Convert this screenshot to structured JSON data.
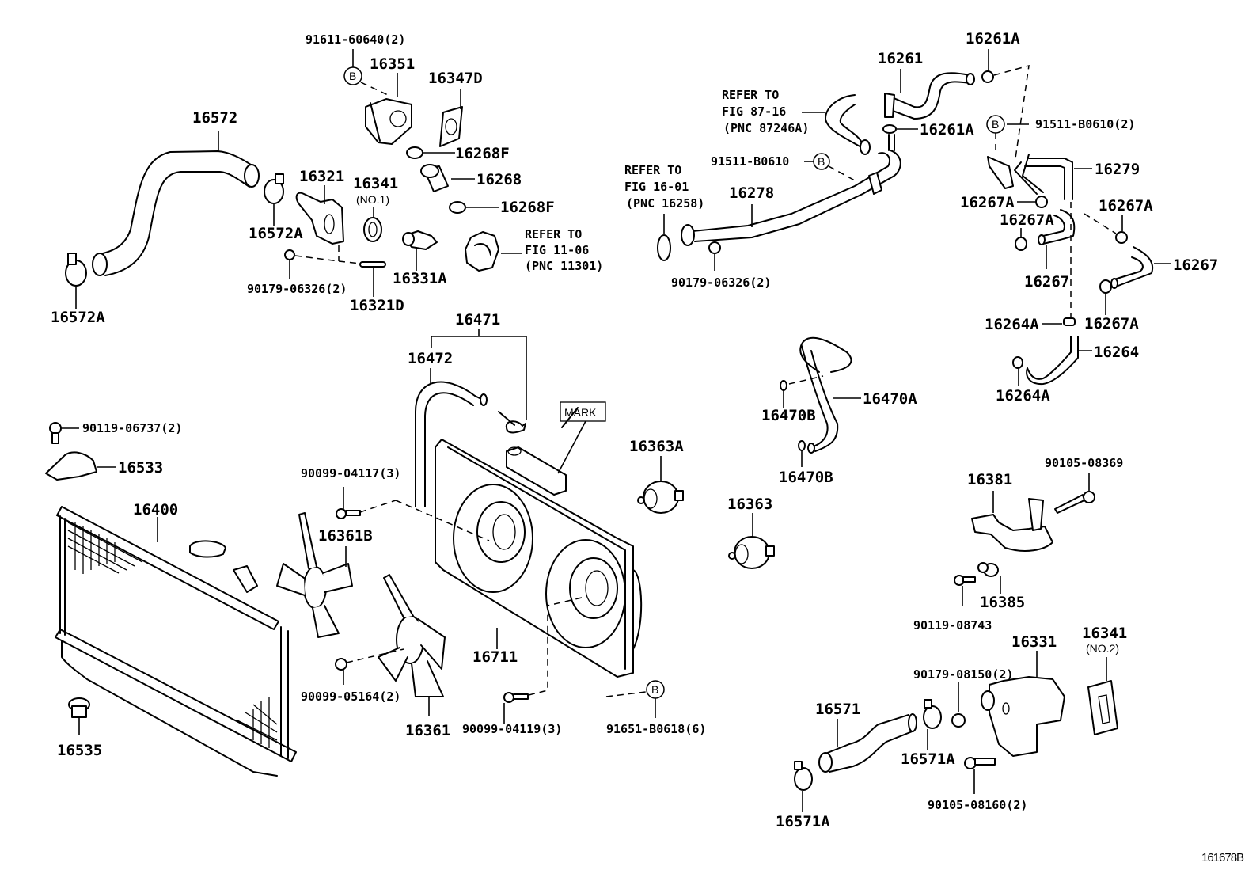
{
  "diagram": {
    "title": "Radiator & Water Outlet - Parts Diagram",
    "figure_id": "161678B",
    "mark_label": "MARK",
    "bolt_marker": "B",
    "parts": {
      "p16572": "16572",
      "p16572A_1": "16572A",
      "p16572A_2": "16572A",
      "p91611": "91611-60640(2)",
      "p16351": "16351",
      "p16347D": "16347D",
      "p16268F_1": "16268F",
      "p16268": "16268",
      "p16268F_2": "16268F",
      "p16321": "16321",
      "p16341_1": "16341",
      "p16341_1_note": "(NO.1)",
      "p16331A": "16331A",
      "p90179_1": "90179-06326(2)",
      "p16321D": "16321D",
      "p16471": "16471",
      "p16472": "16472",
      "p90119_06737": "90119-06737(2)",
      "p16533": "16533",
      "p16400": "16400",
      "p16535": "16535",
      "p90099_04117": "90099-04117(3)",
      "p16361B": "16361B",
      "p16361": "16361",
      "p90099_05164": "90099-05164(2)",
      "p16711": "16711",
      "p90099_04119": "90099-04119(3)",
      "p91651": "91651-B0618(6)",
      "p16363A": "16363A",
      "p16363": "16363",
      "p16261": "16261",
      "p16261A_1": "16261A",
      "p16261A_2": "16261A",
      "p91511_1": "91511-B0610",
      "p16278": "16278",
      "p90179_2": "90179-06326(2)",
      "p91511_2": "91511-B0610(2)",
      "p16279": "16279",
      "p16267A_1": "16267A",
      "p16267A_2": "16267A",
      "p16267A_3": "16267A",
      "p16267A_4": "16267A",
      "p16267_1": "16267",
      "p16267_2": "16267",
      "p16264A_1": "16264A",
      "p16264A_2": "16264A",
      "p16264": "16264",
      "p16470A": "16470A",
      "p16470B_1": "16470B",
      "p16470B_2": "16470B",
      "p16381": "16381",
      "p90105_08369": "90105-08369",
      "p16385": "16385",
      "p90119_08743": "90119-08743",
      "p16331": "16331",
      "p16341_2": "16341",
      "p16341_2_note": "(NO.2)",
      "p90179_08150": "90179-08150(2)",
      "p16571": "16571",
      "p16571A_1": "16571A",
      "p16571A_2": "16571A",
      "p90105_08160": "90105-08160(2)"
    },
    "references": {
      "fig11": [
        "REFER TO",
        "FIG 11-06",
        "(PNC 11301)"
      ],
      "fig87": [
        "REFER TO",
        "FIG 87-16",
        "(PNC 87246A)"
      ],
      "fig16": [
        "REFER TO",
        "FIG 16-01",
        "(PNC 16258)"
      ]
    }
  }
}
